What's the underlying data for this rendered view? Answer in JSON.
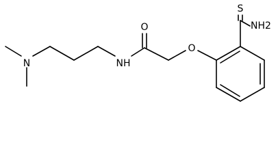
{
  "molecule": {
    "atoms": {
      "dimethylamino_n": "N",
      "amide_nh": "NH",
      "carbonyl_o": "O",
      "ether_o": "O",
      "thioamide_s": "S",
      "thioamide_nh2": "NH2"
    }
  }
}
